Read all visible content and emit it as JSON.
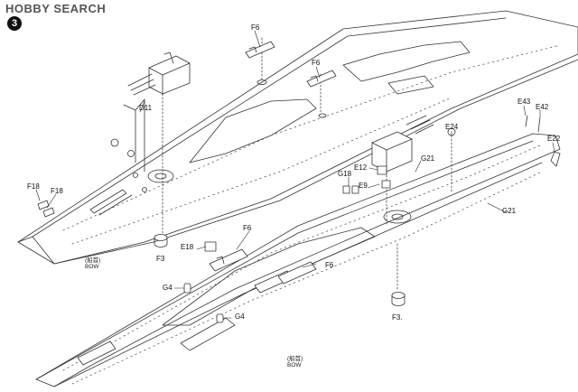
{
  "header": {
    "watermark": "HOBBY SEARCH",
    "step_number": "3"
  },
  "callouts": {
    "top_f6_a": "F6",
    "top_f6_b": "F6",
    "d11": "D11",
    "f18_a": "F18",
    "f18_b": "F18",
    "f3_top": "F3",
    "e43": "E43",
    "e42": "E42",
    "e24": "E24",
    "e22": "E22",
    "e12": "E12",
    "g21_a": "G21",
    "g18": "G18",
    "e9": "E9",
    "g21_b": "G21",
    "e18": "E18",
    "f6_mid_a": "F6",
    "f6_mid_b": "F6",
    "g4_a": "G4",
    "g4_b": "G4",
    "f3_bottom": "F3."
  },
  "bow_notes": {
    "top_cn": "(船首)",
    "top_en": "BOW",
    "bottom_cn": "(船首)",
    "bottom_en": "BOW"
  }
}
